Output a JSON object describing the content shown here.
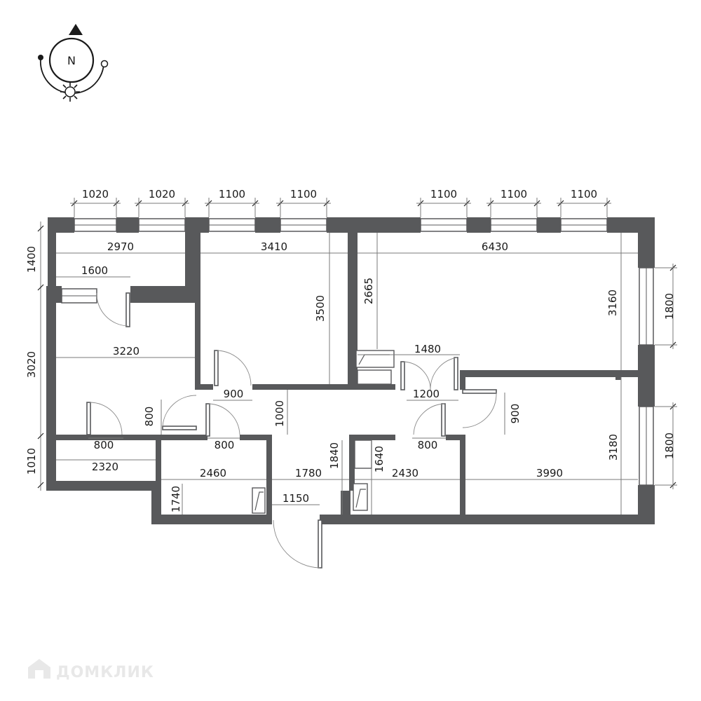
{
  "compass": {
    "north_label": "N"
  },
  "watermark": {
    "brand": "ДОМКЛИК"
  },
  "dimensions": {
    "win_1": "1020",
    "win_2": "1020",
    "win_3": "1100",
    "win_4": "1100",
    "win_5": "1100",
    "win_6": "1100",
    "win_7": "1100",
    "left_1400": "1400",
    "left_3020": "3020",
    "left_1010": "1010",
    "right_1800_top": "1800",
    "right_1800_bottom": "1800",
    "room_2970": "2970",
    "room_3410": "3410",
    "room_6430": "6430",
    "room_1600": "1600",
    "room_3220": "3220",
    "room_3500": "3500",
    "room_2665": "2665",
    "room_3160": "3160",
    "room_1480": "1480",
    "door_900_a": "900",
    "door_1200": "1200",
    "room_1000": "1000",
    "door_900_b": "900",
    "door_800_a": "800",
    "door_800_b": "800",
    "door_800_c": "800",
    "door_800_d": "800",
    "room_1840": "1840",
    "room_1640": "1640",
    "room_3180": "3180",
    "room_2320": "2320",
    "room_2460": "2460",
    "room_1780": "1780",
    "room_2430": "2430",
    "room_3990": "3990",
    "room_1740": "1740",
    "door_1150": "1150"
  }
}
